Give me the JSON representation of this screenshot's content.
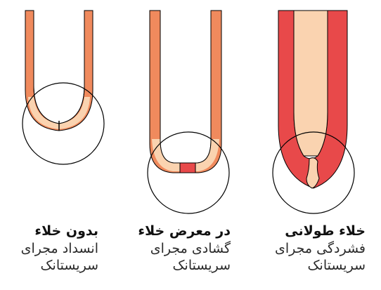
{
  "colors": {
    "canal_outer": "#F08A5D",
    "canal_inner": "#FAD3B0",
    "obstruction_red": "#E8494A",
    "outline": "#000000",
    "text": "#2a2a2a"
  },
  "panels": [
    {
      "id": "no-vacuum",
      "title": "بدون خلاء",
      "line1": "انسداد مجرای",
      "line2": "سریستانک"
    },
    {
      "id": "moderate-vacuum",
      "title": "در معرض خلاء",
      "line1": "گشادی مجرای",
      "line2": "سریستانک"
    },
    {
      "id": "long-vacuum",
      "title": "خلاء طولانی",
      "line1": "فشردگی مجرای",
      "line2": "سریستانک"
    }
  ]
}
